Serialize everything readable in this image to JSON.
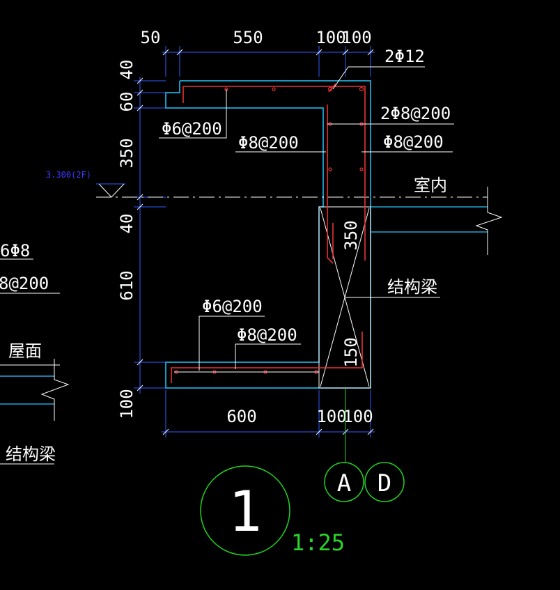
{
  "colors": {
    "background": "#000000",
    "dimension_line": "#2f5bff",
    "outline": "#22c8ff",
    "rebar": "#e83232",
    "centerline": "#ffffff",
    "grid_circle": "#21d321",
    "text": "#ffffff",
    "elevation": "#2f2fff"
  },
  "dimensions": {
    "top": [
      "50",
      "550",
      "100",
      "100"
    ],
    "bottom": [
      "600",
      "100",
      "100"
    ],
    "left": [
      "40",
      "60",
      "350",
      "40",
      "610",
      "100"
    ]
  },
  "rebar_labels": {
    "top_long": "2Φ12",
    "side_ties": "2Φ8@200",
    "cantilever_top_dist": "Φ6@200",
    "cantilever_top_main": "Φ8@200",
    "wall_vertical": "Φ8@200",
    "bottom_dist": "Φ6@200",
    "bottom_main": "Φ8@200"
  },
  "beam_labels": {
    "upper_depth": "350",
    "lower_depth": "150",
    "beam": "结构梁"
  },
  "room": {
    "indoor": "室内",
    "elevation": "3.300(2F)"
  },
  "left_partial": {
    "line1": "6Φ8",
    "line2": "8@200",
    "roof": "屋面",
    "beam": "结构梁"
  },
  "grid_axes": [
    "A",
    "D"
  ],
  "detail": {
    "number": "1",
    "scale": "1:25"
  }
}
